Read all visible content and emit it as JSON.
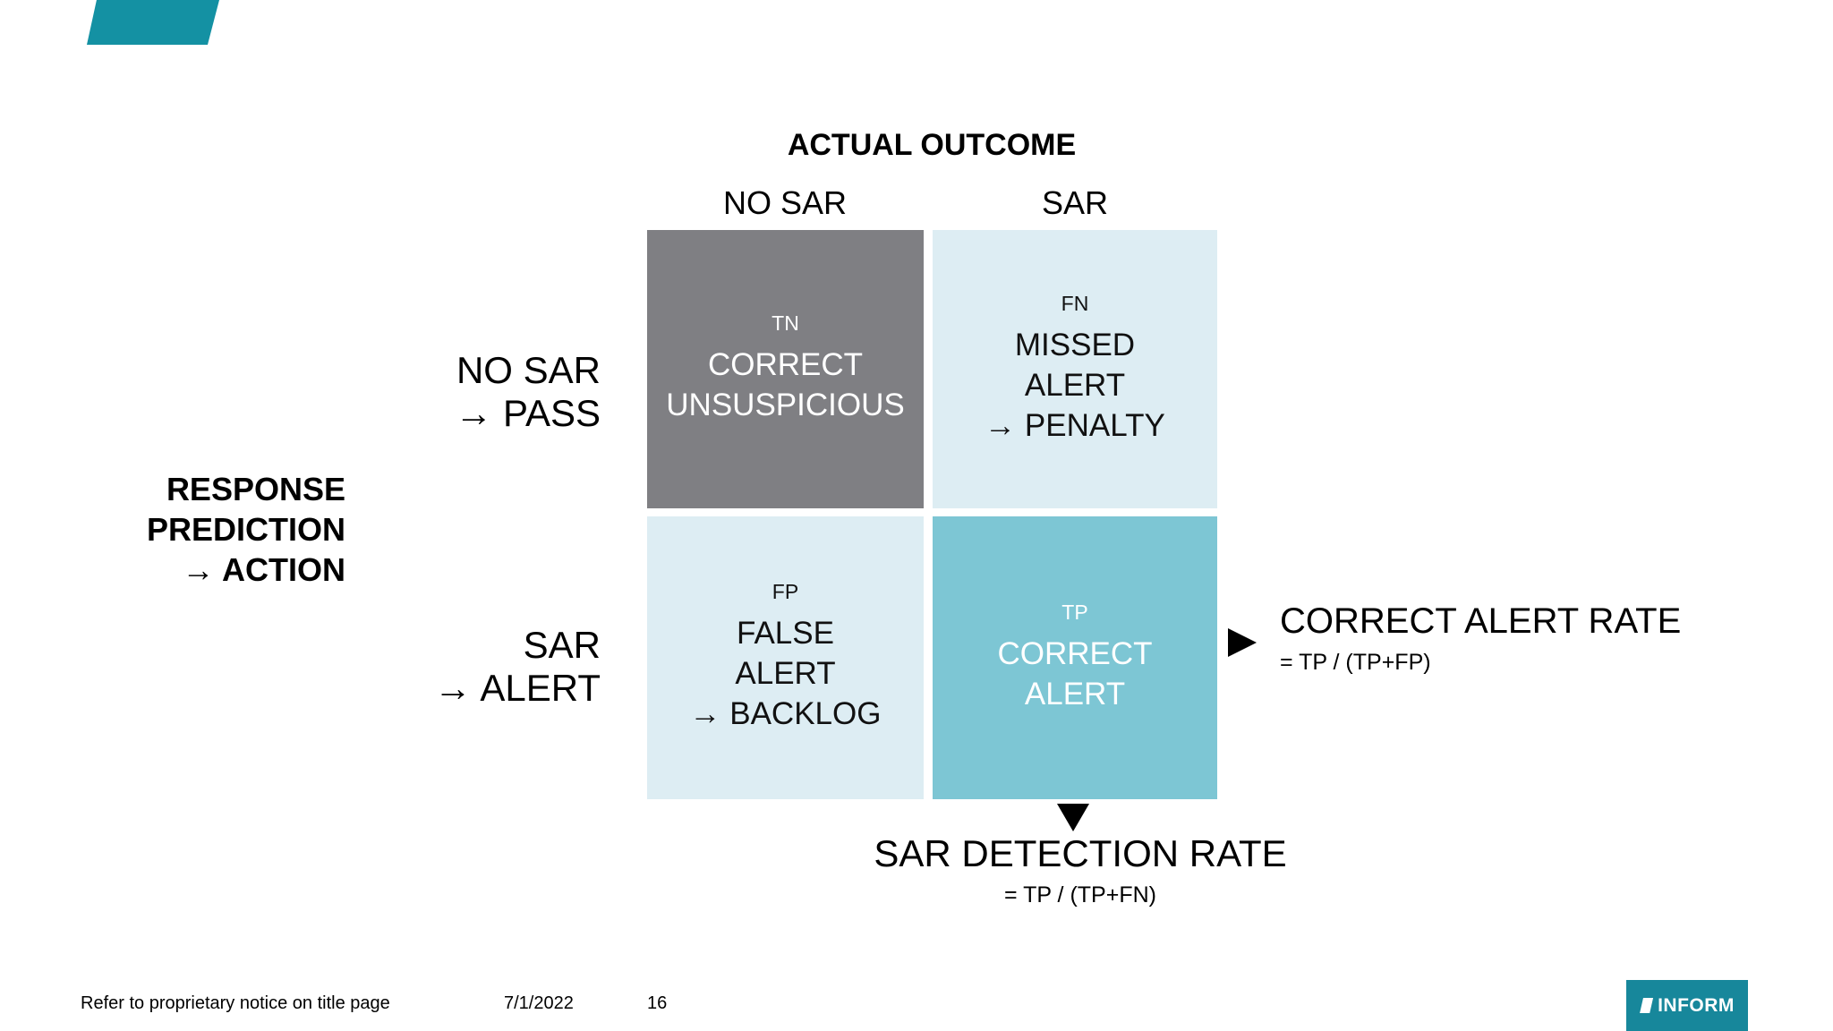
{
  "colors": {
    "brand_teal": "#1491a3",
    "logo_box_teal": "#17879b",
    "cell_gray": "#7f7f83",
    "cell_light_blue": "#ddedf3",
    "cell_teal": "#7dc6d4",
    "text_black": "#000000",
    "text_white": "#ffffff"
  },
  "matrix": {
    "title": "ACTUAL OUTCOME",
    "col_headers": [
      "NO SAR",
      "SAR"
    ],
    "axis_label": {
      "line1": "RESPONSE",
      "line2": "PREDICTION",
      "line3": "→ ACTION"
    },
    "row_labels": [
      {
        "line1": "NO SAR",
        "line2": "→ PASS"
      },
      {
        "line1": "SAR",
        "line2": "→ ALERT"
      }
    ],
    "cells": [
      {
        "tag": "TN",
        "line1": "CORRECT",
        "line2": "UNSUSPICIOUS"
      },
      {
        "tag": "FN",
        "line1": "MISSED",
        "line2": "ALERT",
        "line3": "→ PENALTY"
      },
      {
        "tag": "FP",
        "line1": "FALSE",
        "line2": "ALERT",
        "line3": "→ BACKLOG"
      },
      {
        "tag": "TP",
        "line1": "CORRECT",
        "line2": "ALERT"
      }
    ]
  },
  "annotations": {
    "correct_alert_rate": {
      "title": "CORRECT ALERT RATE",
      "formula": "= TP / (TP+FP)"
    },
    "sar_detection_rate": {
      "title": "SAR DETECTION RATE",
      "formula": "= TP / (TP+FN)"
    }
  },
  "footer": {
    "notice": "Refer to proprietary notice on title page",
    "date": "7/1/2022",
    "page_number": "16",
    "logo_text": "INFORM"
  }
}
